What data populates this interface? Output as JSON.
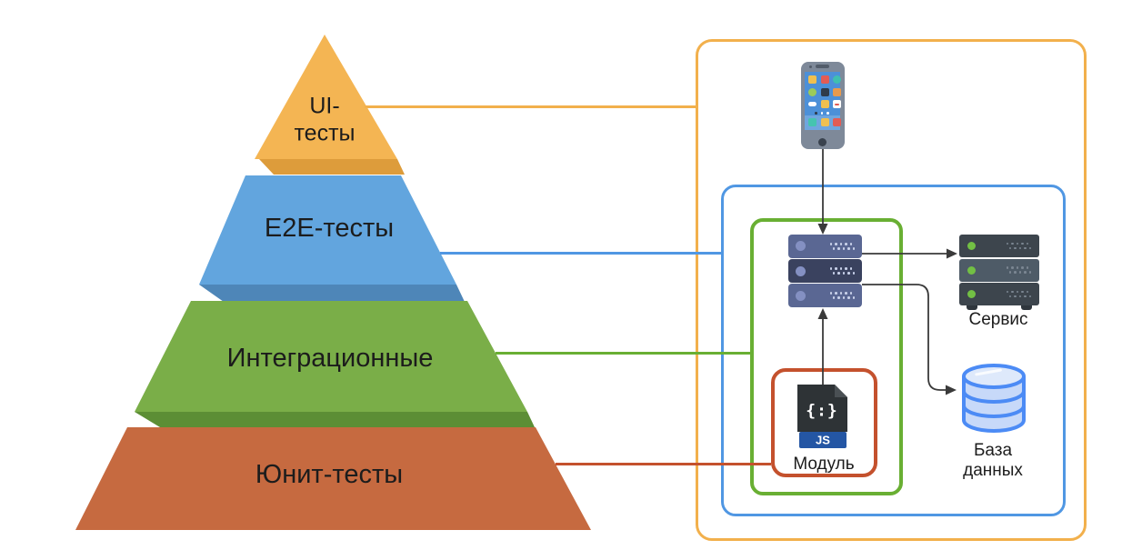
{
  "pyramid": {
    "levels": [
      {
        "id": "ui-tests",
        "label": "UI-\nтесты",
        "color": "#F2B04C",
        "shadow_color": "#DD9C3B"
      },
      {
        "id": "e2e-tests",
        "label": "E2E-тесты",
        "color": "#5097E3",
        "shadow_color": "#4E86B8"
      },
      {
        "id": "integration-tests",
        "label": "Интеграционные",
        "color": "#69AF33",
        "shadow_color": "#5C8E35"
      },
      {
        "id": "unit-tests",
        "label": "Юнит-тесты",
        "color": "#C4512D",
        "shadow_color": "#C66A40"
      }
    ]
  },
  "diagram": {
    "module_label": "Модуль",
    "js_symbol": "{:}",
    "js_badge": "JS",
    "service_label": "Сервис",
    "database_label": "База\nданных"
  },
  "icons": {
    "smartphone-icon": "mobile phone with app grid",
    "app-server-icon": "stack of three application server units",
    "service-server-icon": "stack of three dark server units with green LEDs",
    "database-icon": "blue cylinder database",
    "js-file-icon": "JS code file with folded corner"
  },
  "colors": {
    "ui_accent": "#F2B04C",
    "e2e_accent": "#5097E3",
    "integration_accent": "#69AF33",
    "unit_accent": "#C4512D",
    "pyramid_ui": "#F4B553",
    "pyramid_e2e": "#62A5DE",
    "pyramid_integration": "#7AAE48",
    "pyramid_unit": "#C66A40",
    "arrow": "#3A3A3A",
    "database_stroke": "#4C8BF5",
    "js_badge_bg": "#2456A4"
  }
}
